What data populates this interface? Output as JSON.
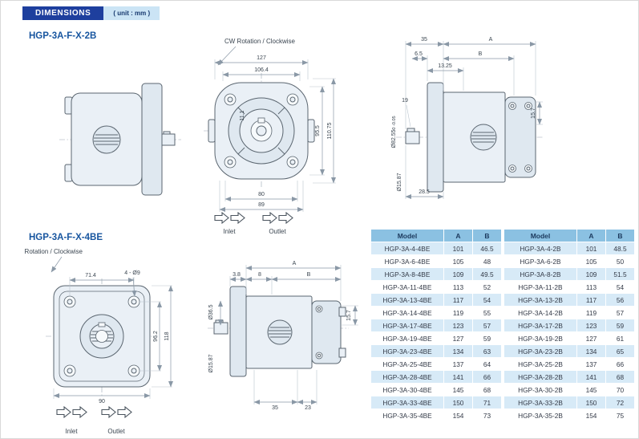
{
  "header": {
    "title": "DIMENSIONS",
    "unit": "( unit : mm )"
  },
  "section1": {
    "title": "HGP-3A-F-X-2B",
    "rotation_label": "CW Rotation / Clockwise",
    "inlet_label": "Inlet",
    "outlet_label": "Outlet",
    "front_view": {
      "width_outer": "127",
      "width_inner": "106.4",
      "height_inner": "95.5",
      "height_outer": "110.75",
      "port_offset": "11.1",
      "bottom_inner": "80",
      "bottom_outer": "89"
    },
    "side_view": {
      "front_length": "35",
      "total_length": "A",
      "lip": "6.5",
      "body_length": "B",
      "flange_thickness": "13.25",
      "key_length": "19",
      "spigot_diameter": "Ø82.55",
      "spigot_tolerance": "0 -0.05",
      "shaft_diameter": "Ø15.87",
      "shaft_length": "28.5",
      "port_height": "15.7"
    }
  },
  "section2": {
    "title": "HGP-3A-F-X-4BE",
    "rotation_label": "CW Rotation / Clockwise",
    "inlet_label": "Inlet",
    "outlet_label": "Outlet",
    "front_view": {
      "bolt_spacing": "71.4",
      "bolt_callout": "4 - Ø9",
      "height_inner": "96.2",
      "height_outer": "118",
      "width": "90"
    },
    "side_view": {
      "lip": "3.8",
      "flange_thickness": "8",
      "total_length": "A",
      "body_length": "B",
      "spigot_diameter": "Ø36.5",
      "shaft_diameter": "Ø15.87",
      "port_height": "15.7",
      "port_width": "35",
      "port_offset": "23"
    }
  },
  "tables": [
    {
      "headers": [
        "Model",
        "A",
        "B"
      ],
      "rows": [
        [
          "HGP-3A-4-4BE",
          "101",
          "46.5"
        ],
        [
          "HGP-3A-6-4BE",
          "105",
          "48"
        ],
        [
          "HGP-3A-8-4BE",
          "109",
          "49.5"
        ],
        [
          "HGP-3A-11-4BE",
          "113",
          "52"
        ],
        [
          "HGP-3A-13-4BE",
          "117",
          "54"
        ],
        [
          "HGP-3A-14-4BE",
          "119",
          "55"
        ],
        [
          "HGP-3A-17-4BE",
          "123",
          "57"
        ],
        [
          "HGP-3A-19-4BE",
          "127",
          "59"
        ],
        [
          "HGP-3A-23-4BE",
          "134",
          "63"
        ],
        [
          "HGP-3A-25-4BE",
          "137",
          "64"
        ],
        [
          "HGP-3A-28-4BE",
          "141",
          "66"
        ],
        [
          "HGP-3A-30-4BE",
          "145",
          "68"
        ],
        [
          "HGP-3A-33-4BE",
          "150",
          "71"
        ],
        [
          "HGP-3A-35-4BE",
          "154",
          "73"
        ]
      ]
    },
    {
      "headers": [
        "Model",
        "A",
        "B"
      ],
      "rows": [
        [
          "HGP-3A-4-2B",
          "101",
          "48.5"
        ],
        [
          "HGP-3A-6-2B",
          "105",
          "50"
        ],
        [
          "HGP-3A-8-2B",
          "109",
          "51.5"
        ],
        [
          "HGP-3A-11-2B",
          "113",
          "54"
        ],
        [
          "HGP-3A-13-2B",
          "117",
          "56"
        ],
        [
          "HGP-3A-14-2B",
          "119",
          "57"
        ],
        [
          "HGP-3A-17-2B",
          "123",
          "59"
        ],
        [
          "HGP-3A-19-2B",
          "127",
          "61"
        ],
        [
          "HGP-3A-23-2B",
          "134",
          "65"
        ],
        [
          "HGP-3A-25-2B",
          "137",
          "66"
        ],
        [
          "HGP-3A-28-2B",
          "141",
          "68"
        ],
        [
          "HGP-3A-30-2B",
          "145",
          "70"
        ],
        [
          "HGP-3A-33-2B",
          "150",
          "72"
        ],
        [
          "HGP-3A-35-2B",
          "154",
          "75"
        ]
      ]
    }
  ]
}
